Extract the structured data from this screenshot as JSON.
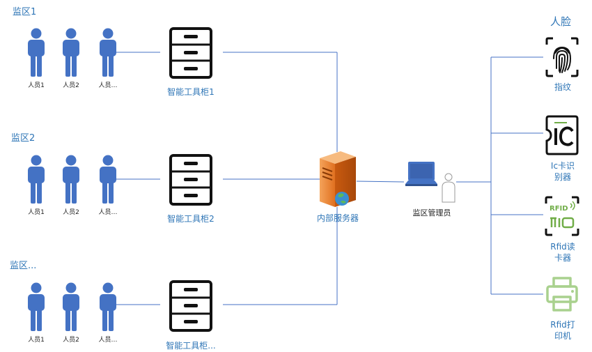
{
  "zones": [
    {
      "label": "监区1",
      "people": [
        "人员1",
        "人员2",
        "人员…"
      ],
      "cabinet_label": "智能工具柜1"
    },
    {
      "label": "监区2",
      "people": [
        "人员1",
        "人员2",
        "人员…"
      ],
      "cabinet_label": "智能工具柜2"
    },
    {
      "label": "监区...",
      "people": [
        "人员1",
        "人员2",
        "人员…"
      ],
      "cabinet_label": "智能工具柜..."
    }
  ],
  "server": {
    "label": "内部服务器"
  },
  "admin": {
    "label": "监区管理员"
  },
  "devices": {
    "header": "人脸",
    "fingerprint": {
      "label": "指纹"
    },
    "ic": {
      "label_line1": "Ic卡识",
      "label_line2": "别器"
    },
    "rfid_reader": {
      "icon_text": "RFID",
      "label_line1": "Rfid读",
      "label_line2": "卡器"
    },
    "rfid_printer": {
      "label_line1": "Rfid打",
      "label_line2": "印机"
    }
  },
  "colors": {
    "person": "#4472c4",
    "line": "#4472c4",
    "label_blue": "#2e75b6",
    "server_orange": "#ed7d31",
    "rfid_green": "#70ad47",
    "printer_green": "#a9d18e"
  }
}
